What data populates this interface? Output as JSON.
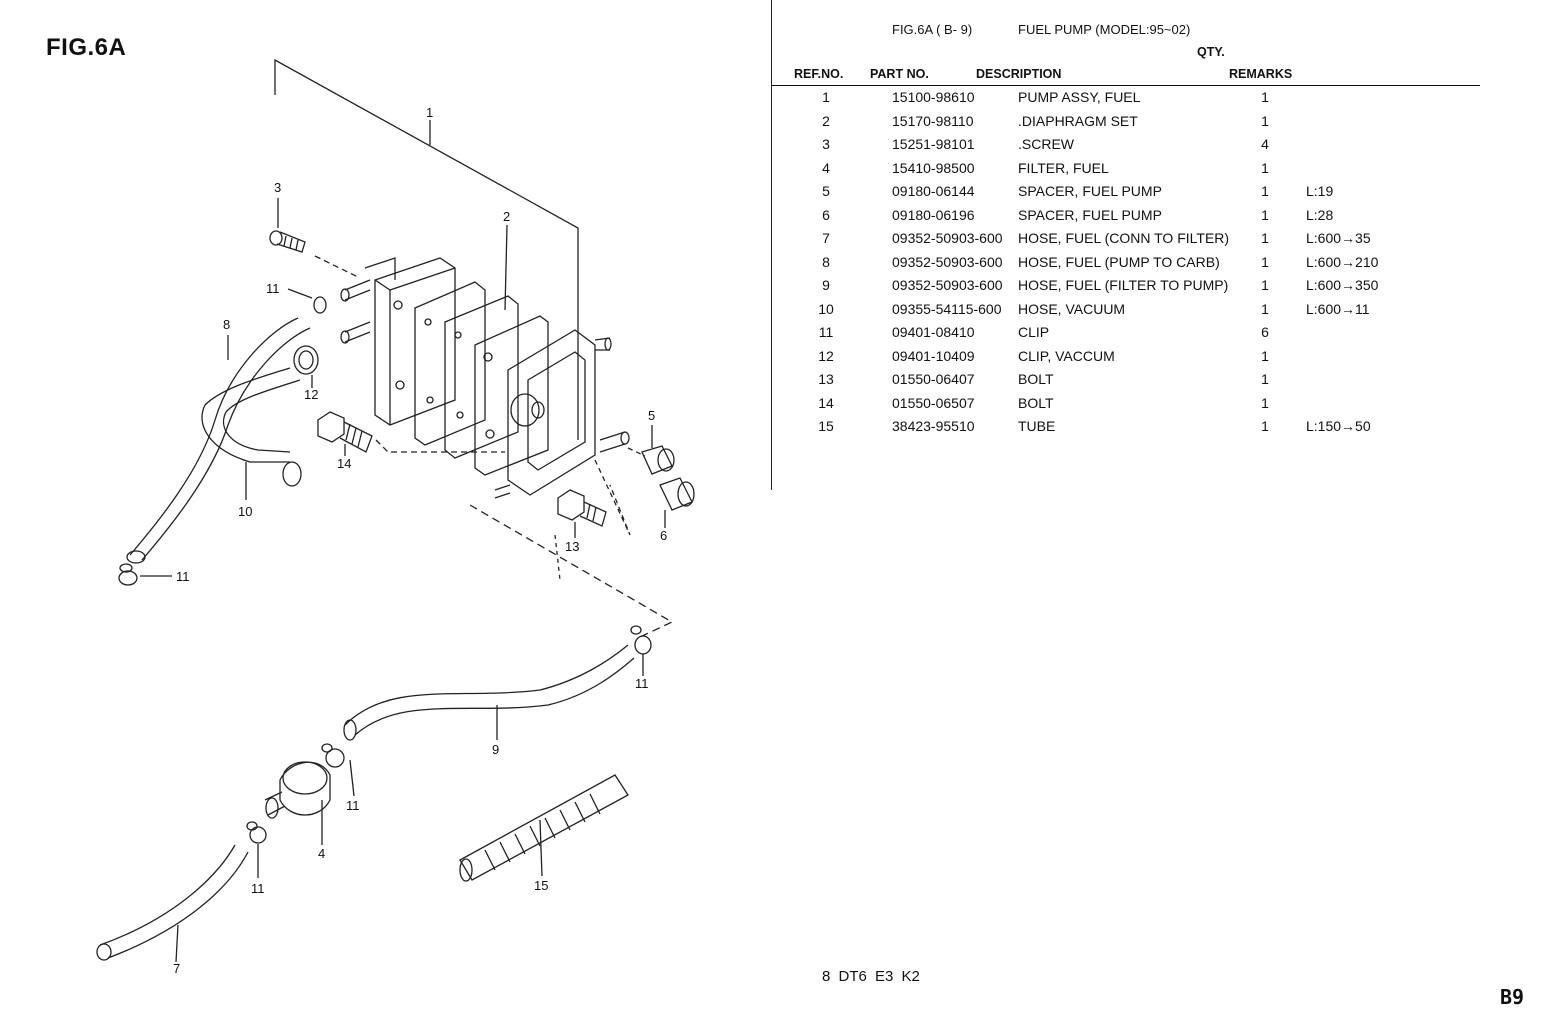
{
  "figure": {
    "title": "FIG.6A",
    "callouts": [
      "1",
      "2",
      "3",
      "4",
      "5",
      "6",
      "7",
      "8",
      "9",
      "10",
      "11",
      "11",
      "11",
      "11",
      "11",
      "12",
      "13",
      "14",
      "15"
    ]
  },
  "header": {
    "fig_ref": "FIG.6A ( B- 9)",
    "fig_name": "FUEL PUMP (MODEL:95~02)",
    "qty_label": "QTY.",
    "col_ref": "REF.NO.",
    "col_part": "PART NO.",
    "col_desc": "DESCRIPTION",
    "col_remarks": "REMARKS"
  },
  "rows": [
    {
      "ref": "1",
      "part": "15100-98610",
      "desc": "PUMP ASSY, FUEL",
      "qty": "1",
      "remarks": ""
    },
    {
      "ref": "2",
      "part": "15170-98110",
      "desc": ".DIAPHRAGM SET",
      "qty": "1",
      "remarks": ""
    },
    {
      "ref": "3",
      "part": "15251-98101",
      "desc": ".SCREW",
      "qty": "4",
      "remarks": ""
    },
    {
      "ref": "4",
      "part": "15410-98500",
      "desc": "FILTER, FUEL",
      "qty": "1",
      "remarks": ""
    },
    {
      "ref": "5",
      "part": "09180-06144",
      "desc": "SPACER, FUEL PUMP",
      "qty": "1",
      "remarks": "L:19"
    },
    {
      "ref": "6",
      "part": "09180-06196",
      "desc": "SPACER, FUEL PUMP",
      "qty": "1",
      "remarks": "L:28"
    },
    {
      "ref": "7",
      "part": "09352-50903-600",
      "desc": "HOSE, FUEL (CONN TO FILTER)",
      "qty": "1",
      "remarks": "L:600→35"
    },
    {
      "ref": "8",
      "part": "09352-50903-600",
      "desc": "HOSE, FUEL (PUMP TO CARB)",
      "qty": "1",
      "remarks": "L:600→210"
    },
    {
      "ref": "9",
      "part": "09352-50903-600",
      "desc": "HOSE, FUEL (FILTER TO PUMP)",
      "qty": "1",
      "remarks": "L:600→350"
    },
    {
      "ref": "10",
      "part": "09355-54115-600",
      "desc": "HOSE, VACUUM",
      "qty": "1",
      "remarks": "L:600→11"
    },
    {
      "ref": "11",
      "part": "09401-08410",
      "desc": "CLIP",
      "qty": "6",
      "remarks": ""
    },
    {
      "ref": "12",
      "part": "09401-10409",
      "desc": "CLIP, VACCUM",
      "qty": "1",
      "remarks": ""
    },
    {
      "ref": "13",
      "part": "01550-06407",
      "desc": "BOLT",
      "qty": "1",
      "remarks": ""
    },
    {
      "ref": "14",
      "part": "01550-06507",
      "desc": "BOLT",
      "qty": "1",
      "remarks": ""
    },
    {
      "ref": "15",
      "part": "38423-95510",
      "desc": "TUBE",
      "qty": "1",
      "remarks": "L:150→50"
    }
  ],
  "footer": {
    "page_text": "8 DT6 E3 K2",
    "page_code": "B9"
  }
}
